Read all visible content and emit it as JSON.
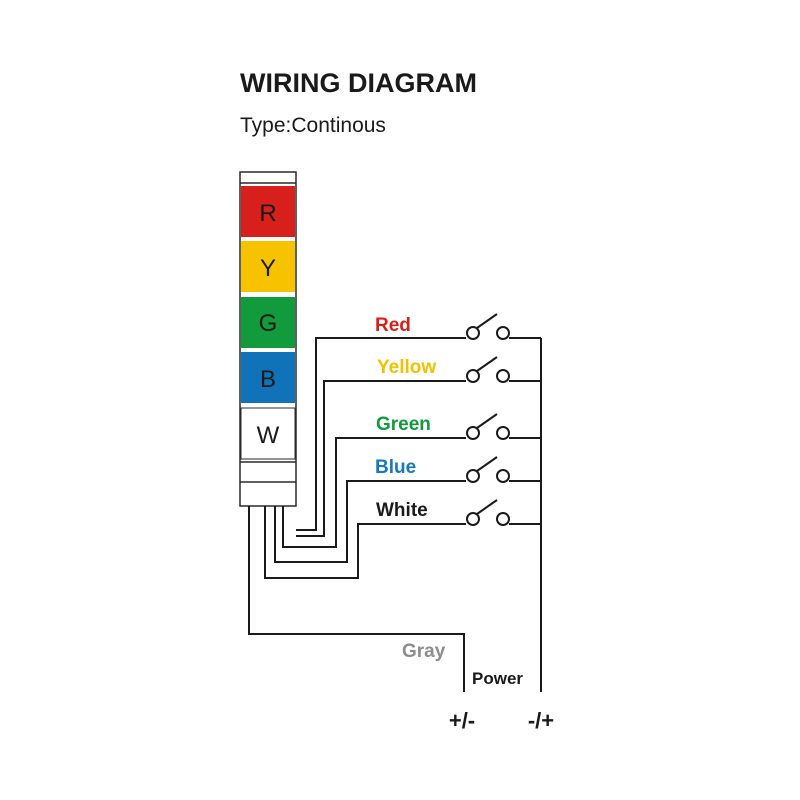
{
  "title": "WIRING DIAGRAM",
  "subtitle": "Type:Continous",
  "tower": {
    "segments": [
      {
        "letter": "R",
        "color": "#d7201b"
      },
      {
        "letter": "Y",
        "color": "#f7c300"
      },
      {
        "letter": "G",
        "color": "#129b3d"
      },
      {
        "letter": "B",
        "color": "#1072b9"
      },
      {
        "letter": "W",
        "color": "#ffffff"
      }
    ]
  },
  "wires": [
    {
      "label": "Red",
      "color": "#d7201b"
    },
    {
      "label": "Yellow",
      "color": "#f1c200"
    },
    {
      "label": "Green",
      "color": "#129b3d"
    },
    {
      "label": "Blue",
      "color": "#1679c0"
    },
    {
      "label": "White",
      "color": "#1a1a1a"
    }
  ],
  "common_wire": {
    "label": "Gray",
    "color": "#8c8c8c"
  },
  "power": {
    "label": "Power",
    "terminal_left": "+/-",
    "terminal_right": "-/+"
  }
}
